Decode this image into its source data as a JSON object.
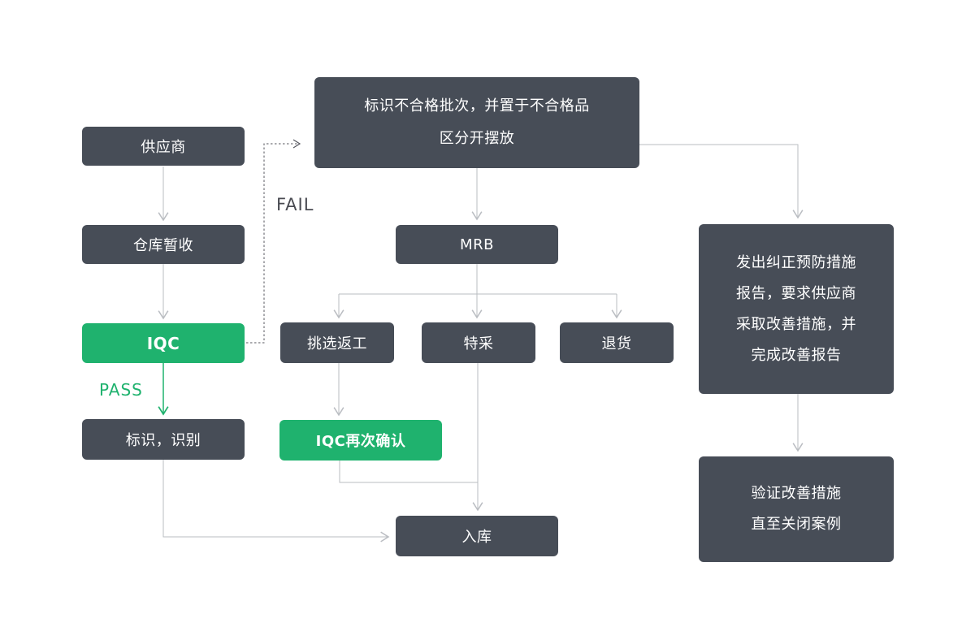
{
  "colors": {
    "box_dark": "#474d57",
    "box_green": "#1fb26e",
    "connector": "#babdc2",
    "dashed_connector": "#55565e",
    "fail_text": "#4a4b52",
    "pass_text": "#1fb26e",
    "node_text": "#ffffff",
    "background": "#ffffff"
  },
  "labels": {
    "fail": "FAIL",
    "pass": "PASS"
  },
  "nodes": {
    "supplier": {
      "label": "供应商"
    },
    "warehouse_receive": {
      "label": "仓库暂收"
    },
    "iqc": {
      "label": "IQC"
    },
    "mark_identify": {
      "label": "标识，识别"
    },
    "nonconforming": {
      "lines": [
        "标识不合格批次，并置于不合格品",
        "区分开摆放"
      ]
    },
    "mrb": {
      "label": "MRB"
    },
    "sort_rework": {
      "label": "挑选返工"
    },
    "special_accept": {
      "label": "特采"
    },
    "return_goods": {
      "label": "退货"
    },
    "iqc_recheck": {
      "label": "IQC再次确认"
    },
    "warehouse_in": {
      "label": "入库"
    },
    "capa": {
      "lines": [
        "发出纠正预防措施",
        "报告，要求供应商",
        "采取改善措施，并",
        "完成改善报告"
      ]
    },
    "verify_close": {
      "lines": [
        "验证改善措施",
        "直至关闭案例"
      ]
    }
  }
}
